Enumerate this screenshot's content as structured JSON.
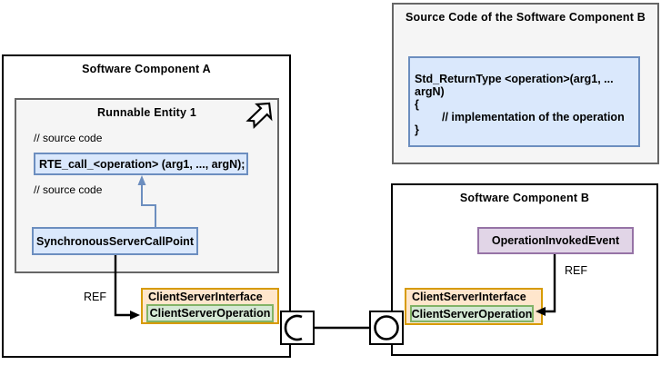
{
  "colors": {
    "blue_fill": "#dae8fc",
    "blue_border": "#6c8ebf",
    "orange_fill": "#ffe6cc",
    "orange_border": "#d79b00",
    "green_fill": "#d5e8d4",
    "green_border": "#82b366",
    "purple_fill": "#e1d5e7",
    "purple_border": "#9673a6",
    "gray_fill": "#f5f5f5",
    "gray_border": "#666666",
    "line": "#000000"
  },
  "component_a": {
    "title": "Software Component A",
    "runnable": {
      "title": "Runnable Entity 1",
      "comment1": "// source code",
      "rte_call": "RTE_call_<operation> (arg1, ..., argN);",
      "comment2": "// source code",
      "call_point": "SynchronousServerCallPoint"
    },
    "ref_label": "REF",
    "interface": {
      "title": "ClientServerInterface",
      "operation": "ClientServerOperation"
    }
  },
  "source_code_panel": {
    "title": "Source Code of the Software Component B",
    "code": {
      "line1": "Std_ReturnType <operation>(arg1, ... argN)",
      "line2": "{",
      "line3": "// implementation of the operation",
      "line4": "}"
    }
  },
  "component_b": {
    "title": "Software Component B",
    "event": "OperationInvokedEvent",
    "ref_label": "REF",
    "interface": {
      "title": "ClientServerInterface",
      "operation": "ClientServerOperation"
    }
  }
}
